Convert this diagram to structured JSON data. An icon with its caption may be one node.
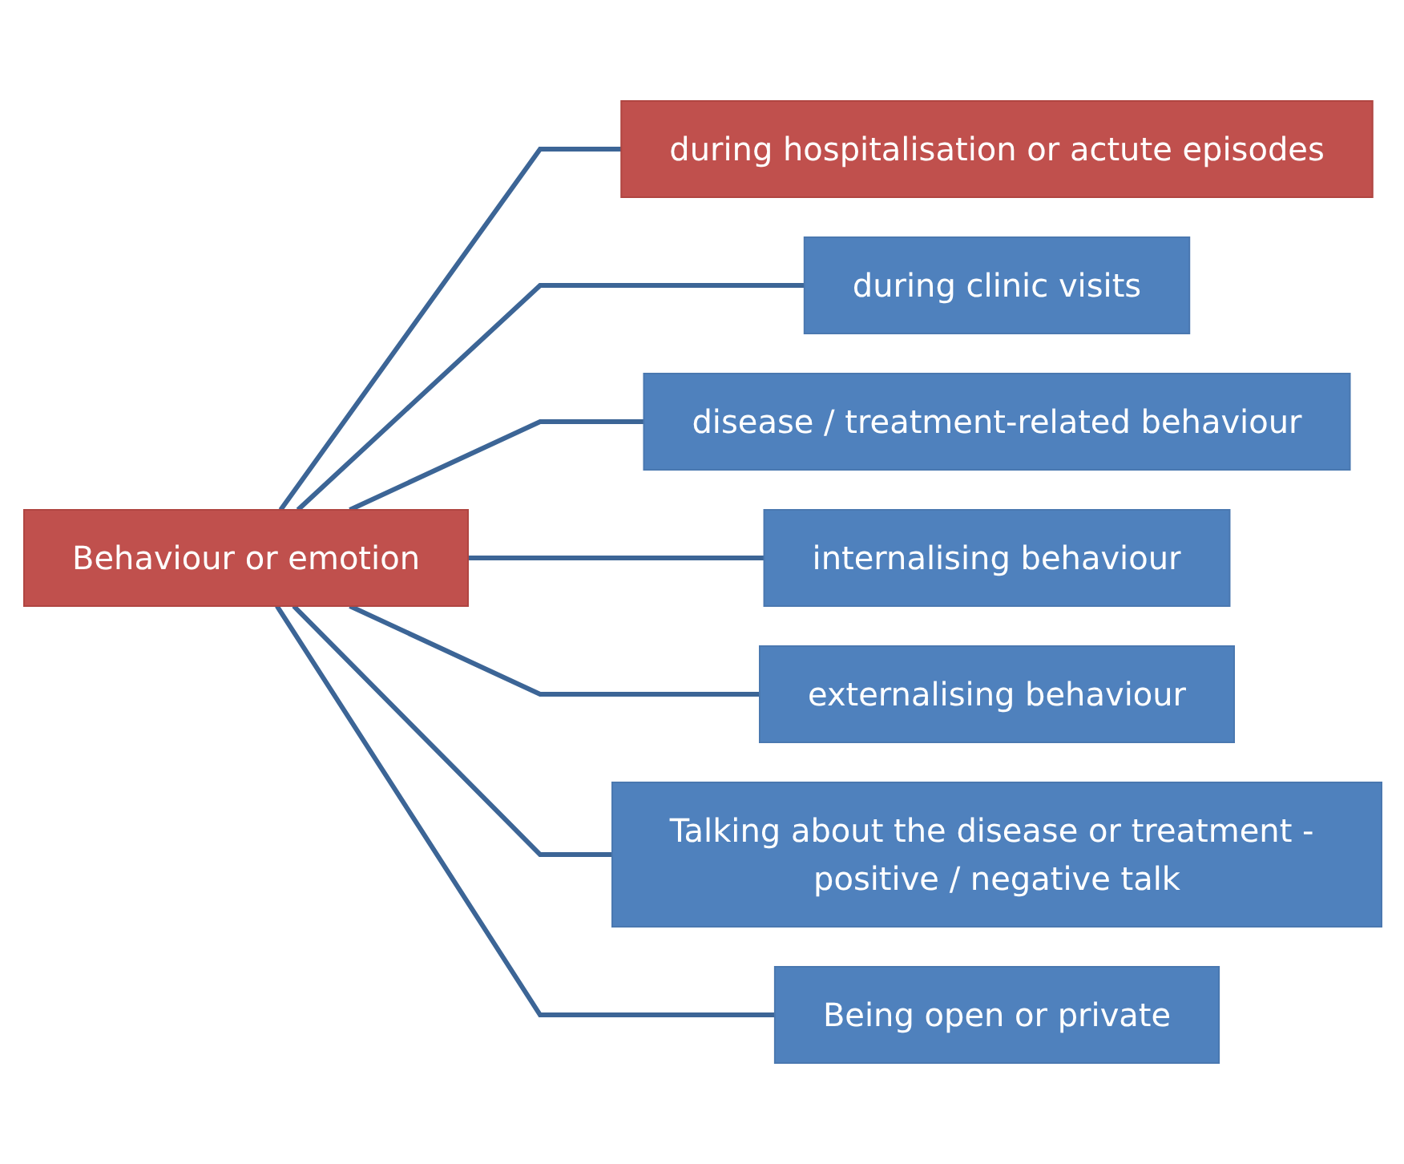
{
  "diagram": {
    "nodes": [
      {
        "text": [
          "Behaviour or emotion"
        ]
      },
      {
        "text": [
          "during hospitalisation or actute episodes"
        ]
      },
      {
        "text": [
          "during clinic visits"
        ]
      },
      {
        "text": [
          "disease / treatment-related behaviour"
        ]
      },
      {
        "text": [
          "internalising behaviour"
        ]
      },
      {
        "text": [
          "externalising behaviour"
        ]
      },
      {
        "text": [
          "Talking about the disease or treatment - positive / negative talk"
        ]
      },
      {
        "text": [
          "Being open or private"
        ]
      }
    ],
    "edges": [
      {
        "from": 0,
        "to": 1,
        "arrow": "none"
      },
      {
        "from": 0,
        "to": 2,
        "arrow": "none"
      },
      {
        "from": 0,
        "to": 3,
        "arrow": "none"
      },
      {
        "from": 0,
        "to": 4,
        "arrow": "none"
      },
      {
        "from": 0,
        "to": 5,
        "arrow": "none"
      },
      {
        "from": 0,
        "to": 6,
        "arrow": "none"
      },
      {
        "from": 0,
        "to": 7,
        "arrow": "none"
      }
    ]
  }
}
